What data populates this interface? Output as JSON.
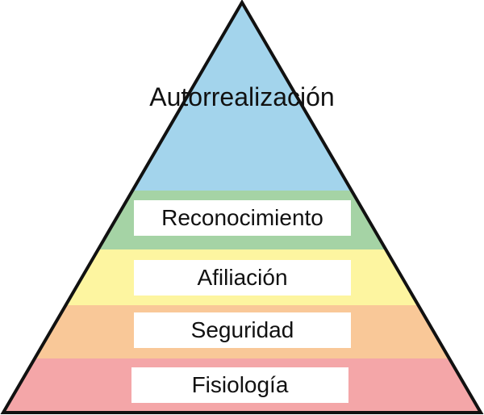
{
  "pyramid": {
    "levels": [
      {
        "label": "Autorrealización",
        "color": "#a3d4ec"
      },
      {
        "label": "Reconocimiento",
        "color": "#a5d3a5"
      },
      {
        "label": "Afiliación",
        "color": "#fdf5a0"
      },
      {
        "label": "Seguridad",
        "color": "#f9c898"
      },
      {
        "label": "Fisiología",
        "color": "#f4a6a8"
      }
    ],
    "outline_color": "#111111"
  }
}
